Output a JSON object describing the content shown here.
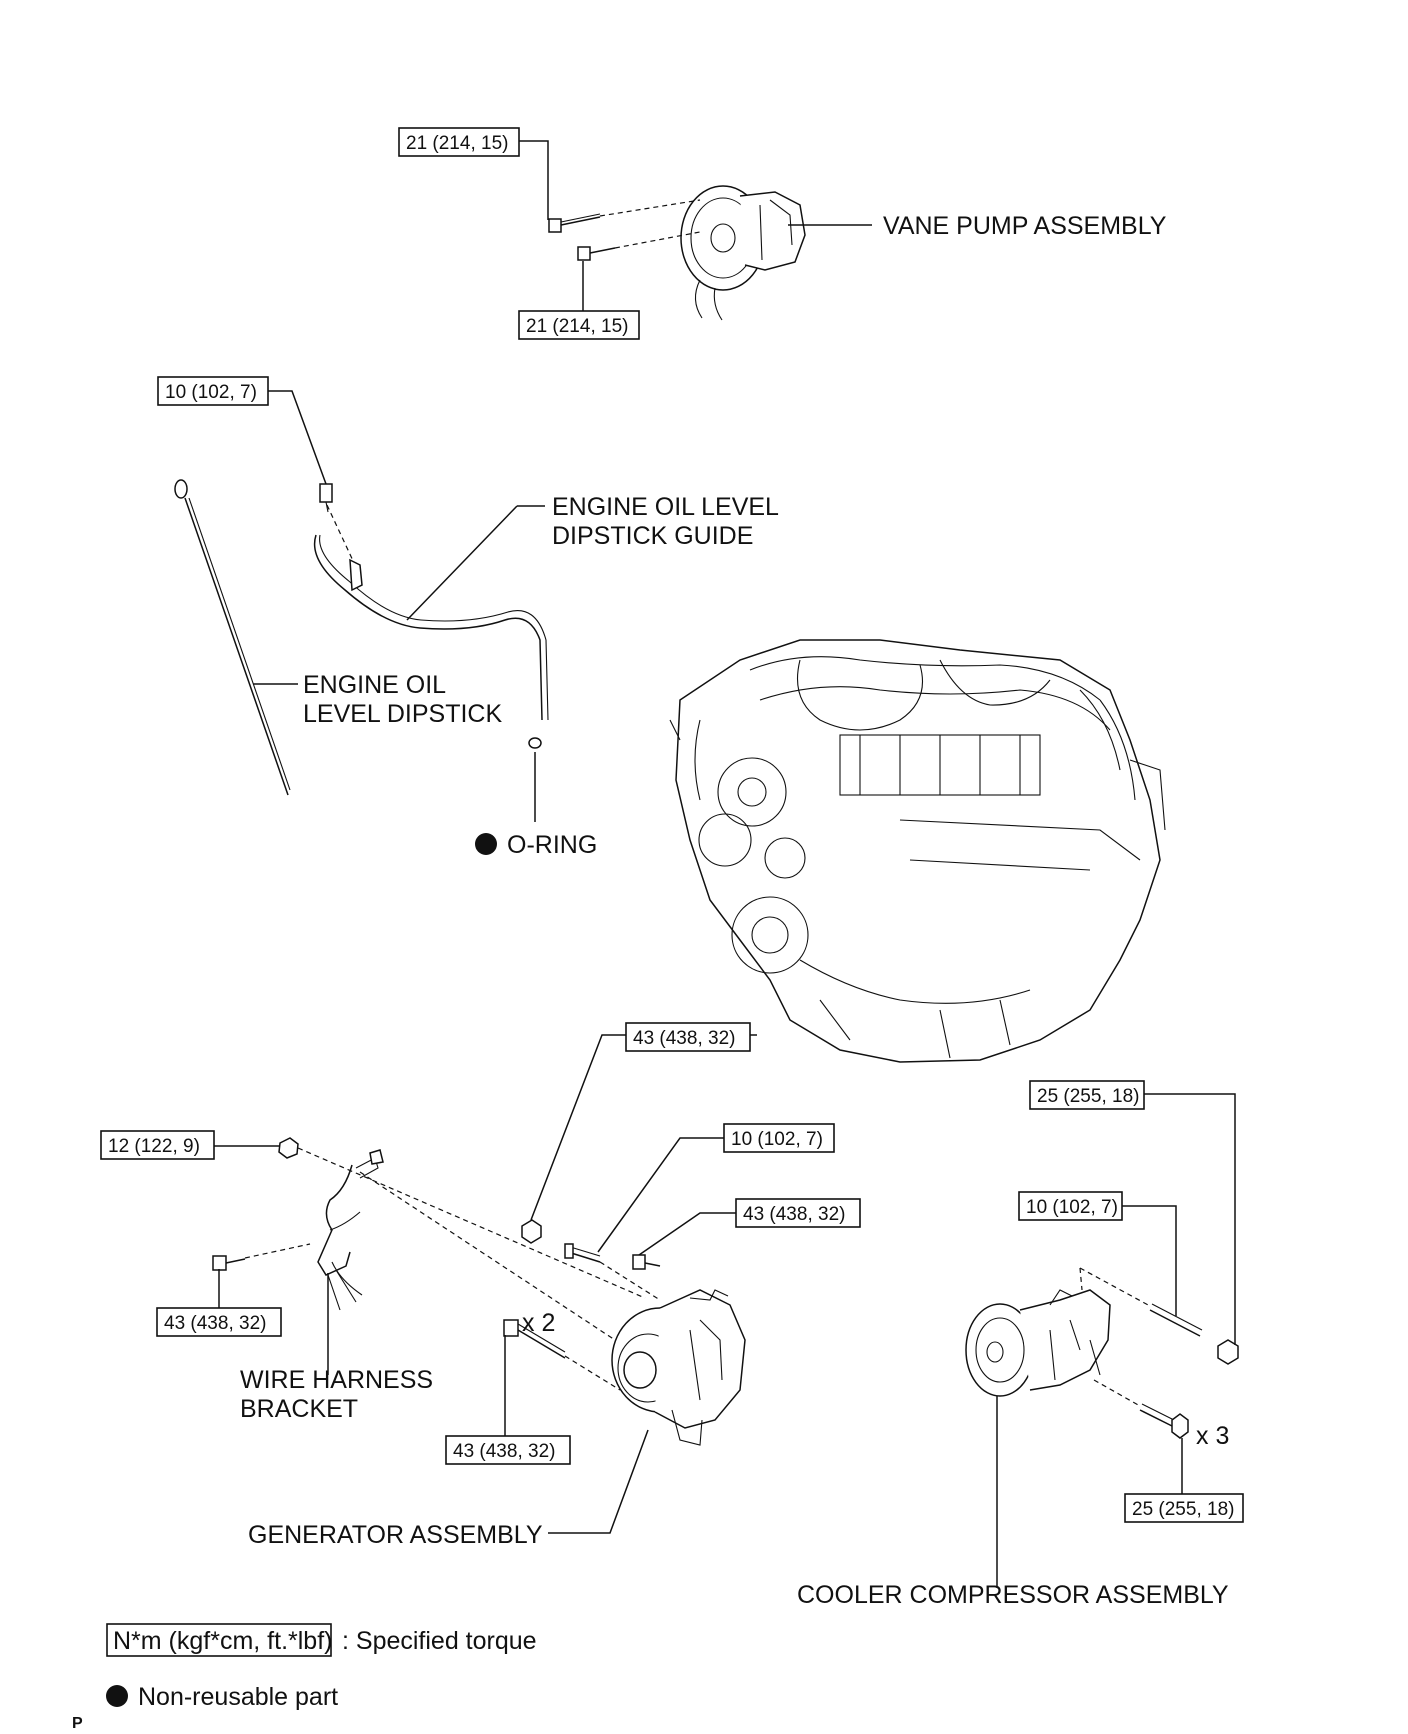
{
  "parts": {
    "vane_pump": "VANE PUMP ASSEMBLY",
    "dipstick_guide_line1": "ENGINE OIL LEVEL",
    "dipstick_guide_line2": "DIPSTICK GUIDE",
    "dipstick_line1": "ENGINE OIL",
    "dipstick_line2": "LEVEL DIPSTICK",
    "o_ring": "O-RING",
    "wire_harness_line1": "WIRE HARNESS",
    "wire_harness_line2": "BRACKET",
    "generator": "GENERATOR ASSEMBLY",
    "cooler_compressor": "COOLER COMPRESSOR ASSEMBLY"
  },
  "torques": {
    "vane_pump_upper": "21 (214, 15)",
    "vane_pump_lower": "21 (214, 15)",
    "dipstick_guide_bolt": "10 (102, 7)",
    "generator_nut_upper": "43 (438, 32)",
    "generator_stud": "10 (102, 7)",
    "generator_bolt_right": "43 (438, 32)",
    "harness_nut": "12 (122, 9)",
    "harness_bolt": "43 (438, 32)",
    "generator_bolt_lower": "43 (438, 32)",
    "compressor_nut": "25 (255, 18)",
    "compressor_stud": "10 (102, 7)",
    "compressor_bolts": "25 (255, 18)"
  },
  "quantities": {
    "generator_bolts": "x 2",
    "compressor_bolts": "x 3"
  },
  "legend": {
    "torque_unit_box": "N*m (kgf*cm, ft.*lbf)",
    "torque_text": ": Specified torque",
    "nonreusable_text": "Non-reusable part"
  },
  "corner_mark": "P"
}
